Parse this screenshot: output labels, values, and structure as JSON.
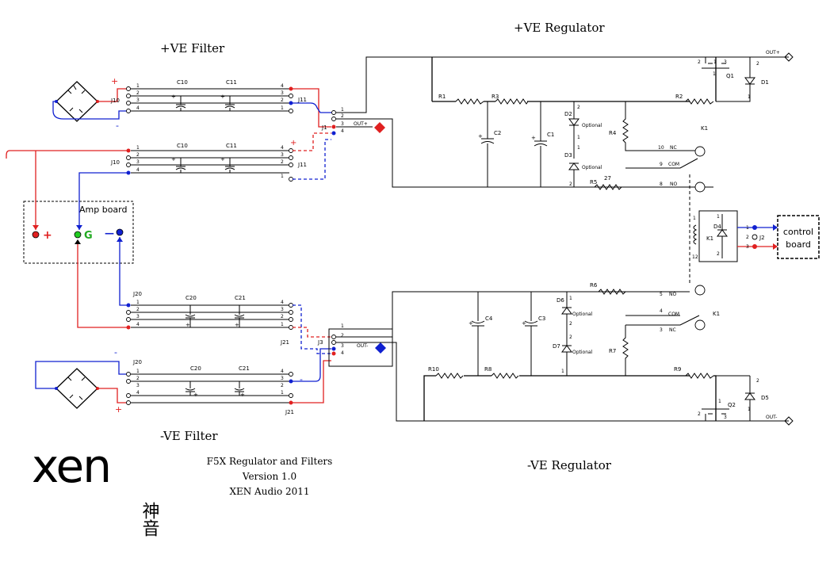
{
  "titles": {
    "pos_regulator": "+VE Regulator",
    "pos_filter": "+VE Filter",
    "neg_filter": "-VE Filter",
    "neg_regulator": "-VE Regulator"
  },
  "caption": {
    "line1": "F5X Regulator and Filters",
    "line2": "Version 1.0",
    "line3": "XEN Audio 2011"
  },
  "logo": {
    "text": "xen",
    "glyph": "神音"
  },
  "amp_board": {
    "label": "Amp board",
    "plus": "+",
    "minus": "—",
    "ground": "G"
  },
  "control_board": {
    "label_line1": "control",
    "label_line2": "board",
    "connector": "J2",
    "pins": [
      "1",
      "2",
      "3"
    ]
  },
  "connectors": {
    "j10": "J10",
    "j11": "J11",
    "j1": "J1",
    "j20": "J20",
    "j21": "J21",
    "j3": "J3"
  },
  "pin_numbers": [
    "1",
    "2",
    "3",
    "4"
  ],
  "pin_numbers_rev": [
    "4",
    "3",
    "2",
    "1"
  ],
  "caps": {
    "c10": "C10",
    "c11": "C11",
    "c20": "C20",
    "c21": "C21",
    "c1": "C1",
    "c2": "C2",
    "c3": "C3",
    "c4": "C4"
  },
  "resistors": {
    "r1": "R1",
    "r2": "R2",
    "r3": "R3",
    "r4": "R4",
    "r5": "R5",
    "r5_value": "27",
    "r6": "R6",
    "r7": "R7",
    "r8": "R8",
    "r9": "R9",
    "r10": "R10"
  },
  "diodes": {
    "d1": "D1",
    "d2": "D2",
    "d3": "D3",
    "d4": "D4",
    "d5": "D5",
    "d6": "D6",
    "d7": "D7",
    "optional": "Optional"
  },
  "transistors": {
    "q1": "Q1",
    "q2": "Q2"
  },
  "relay": {
    "name": "K1",
    "nc": "NC",
    "com": "COM",
    "no": "NO",
    "pin10": "10",
    "pin9": "9",
    "pin8": "8",
    "pin5": "5",
    "pin4": "4",
    "pin3": "3",
    "pin1": "1",
    "pin12": "12"
  },
  "outputs": {
    "out_pos": "OUT+",
    "out_neg": "OUT-"
  },
  "polarity": {
    "plus": "+",
    "minus": "-"
  },
  "pin_labels": {
    "p1": "1",
    "p2": "2",
    "p3": "3"
  },
  "colors": {
    "positive": "#e02020",
    "negative": "#1020d0",
    "ground": "#22cc22"
  }
}
